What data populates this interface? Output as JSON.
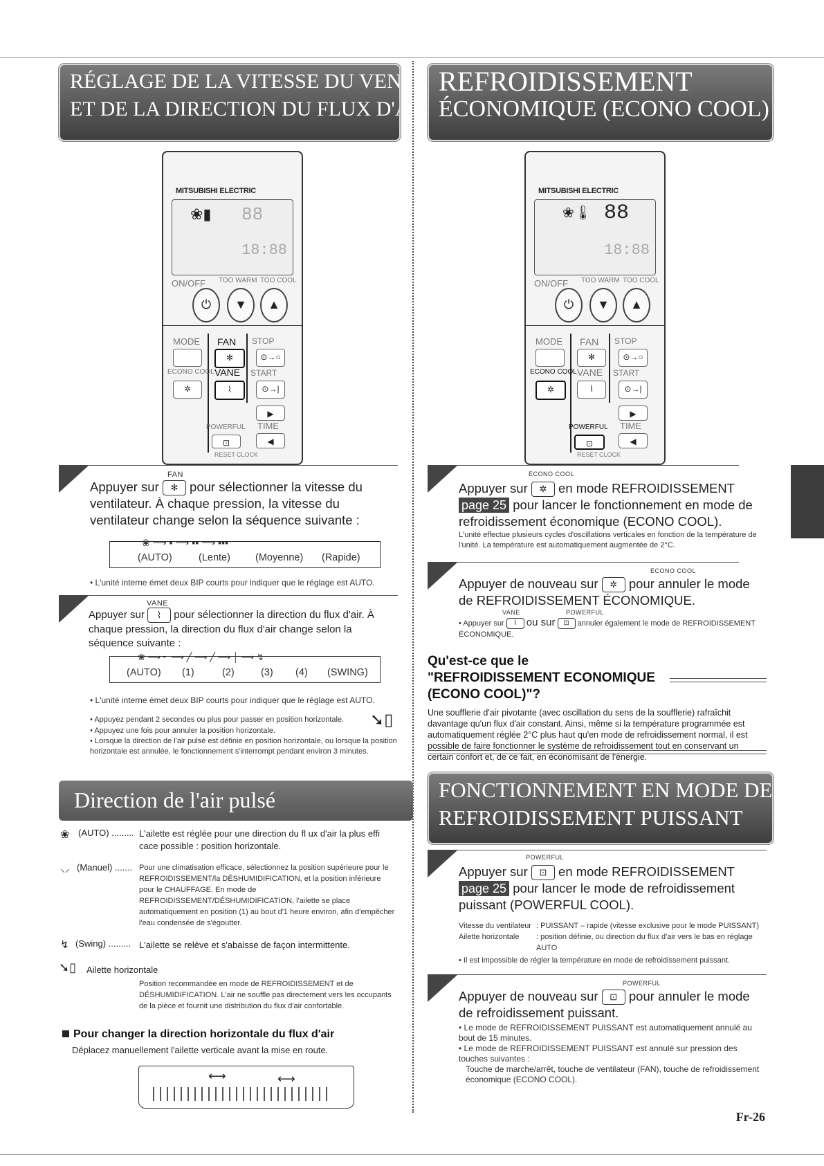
{
  "left": {
    "banner": {
      "line1": "Réglage de la vitesse du ventilateur",
      "line2": "et de la direction du flux d'air"
    },
    "remote": {
      "brand": "MITSUBISHI ELECTRIC",
      "onoff": "ON/OFF",
      "too_warm": "TOO WARM",
      "too_cool": "TOO COOL",
      "mode": "MODE",
      "fan": "FAN",
      "stop": "STOP",
      "econo_cool": "ECONO COOL",
      "vane": "VANE",
      "start": "START",
      "powerful": "POWERFUL",
      "time": "TIME",
      "reset": "RESET",
      "clock": "CLOCK"
    },
    "step_fan": {
      "caption": "FAN",
      "text_before": "Appuyer sur",
      "text_after": "pour sélectionner la vitesse du ventilateur. À chaque pression, la vitesse du ventilateur change selon la séquence suivante :",
      "sequence": [
        "(AUTO)",
        "(Lente)",
        "(Moyenne)",
        "(Rapide)"
      ],
      "note": "L'unité interne émet deux BIP courts pour indiquer que le réglage est AUTO."
    },
    "step_vane": {
      "caption": "VANE",
      "text_before": "Appuyer sur",
      "text_after": "pour sélectionner la direction du flux d'air. À chaque pression, la direction du flux d'air change selon la séquence suivante :",
      "sequence": [
        "(AUTO)",
        "(1)",
        "(2)",
        "(3)",
        "(4)",
        "(SWING)"
      ],
      "note1": "L'unité interne émet deux BIP courts pour indiquer que le réglage est AUTO.",
      "note2": "Appuyez pendant 2 secondes ou plus pour passer en position horizontale.",
      "note3": "Appuyez une fois pour annuler la position horizontale.",
      "note4": "Lorsque la direction de l'air pulsé est définie en position horizontale, ou lorsque la position horizontale est annulée, le fonctionnement s'interrompt pendant environ 3 minutes."
    },
    "banner2": "Direction de l'air pulsé",
    "directions": {
      "auto_label": "(AUTO) .........",
      "auto_text": "L'ailette est réglée pour une direction du fl ux d'air la plus effi cace possible : position horizontale.",
      "manual_label": "(Manuel) .......",
      "manual_text": "Pour une climatisation efficace, sélectionnez la position supérieure pour le REFROIDISSEMENT/la DÉSHUMIDIFICATION, et la position inférieure pour le CHAUFFAGE. En mode de REFROIDISSEMENT/DÉSHUMIDIFICATION, l'ailette se place automatiquement en position (1) au bout d'1 heure environ, afin d'empêcher l'eau condensée de s'égoutter.",
      "swing_label": "(Swing) .........",
      "swing_text": "L'ailette se relève et s'abaisse de façon intermittente.",
      "horiz_label": "Ailette horizontale",
      "horiz_text": "Position recommandée en mode de REFROIDISSEMENT et de DÉSHUMIDIFICATION. L'air ne souffle pas directement vers les occupants de la pièce et fournit une distribution du flux d'air confortable."
    },
    "horizontal_heading": "Pour changer la direction horizontale du flux d'air",
    "horizontal_text": "Déplacez manuellement l'ailette verticale avant la mise en route."
  },
  "right": {
    "banner": {
      "line1": "Refroidissement",
      "line2": "économique (ECONO COOL)"
    },
    "step1": {
      "caption": "ECONO COOL",
      "line1a": "Appuyer sur",
      "line1b": "en mode REFROIDISSEMENT",
      "page_tag": "page 25",
      "line2": "pour lancer le fonctionnement en mode de refroidissement économique (ECONO COOL).",
      "note": "L'unité effectue plusieurs cycles d'oscillations verticales en fonction de la température de l'unité. La température est automatiquement augmentée de 2°C."
    },
    "step2": {
      "caption": "ECONO COOL",
      "line_a": "Appuyer de nouveau sur",
      "line_b": "pour annuler le mode de REFROIDISSEMENT ÉCONOMIQUE.",
      "cap_vane": "VANE",
      "cap_powerful": "POWERFUL",
      "note_a": "Appuyer sur",
      "note_ou": "ou sur",
      "note_b": "annuler également le mode de REFROIDISSEMENT ÉCONOMIQUE."
    },
    "question": {
      "heading": "Qu'est-ce que le \"REFROIDISSEMENT ECONOMIQUE (ECONO COOL)\"?",
      "text": "Une soufflerie d'air pivotante (avec oscillation du sens de la soufflerie) rafraîchit davantage qu'un flux d'air constant. Ainsi, même si la température programmée est automatiquement réglée 2°C plus haut qu'en mode de refroidissement normal, il est possible de faire fonctionner le système de refroidissement tout en conservant un certain confort et, de ce fait, en économisant de l'énergie."
    },
    "banner2": {
      "line1": "Fonctionnement en mode de",
      "line2": "refroidissement puissant"
    },
    "step3": {
      "caption": "POWERFUL",
      "line1a": "Appuyer sur",
      "line1b": "en mode REFROIDISSEMENT",
      "page_tag": "page 25",
      "line2": "pour lancer le mode de refroidissement puissant (POWERFUL COOL).",
      "row1_label": "Vitesse du ventilateur",
      "row1_text": ": PUISSANT – rapide (vitesse exclusive pour le mode PUISSANT)",
      "row2_label": "Ailette horizontale",
      "row2_text": ": position définie, ou direction du flux d'air vers le bas en réglage AUTO",
      "note": "Il est impossible de régler la température en mode de refroidissement puissant."
    },
    "step4": {
      "caption": "POWERFUL",
      "line_a": "Appuyer de nouveau sur",
      "line_b": "pour annuler le mode de refroidissement puissant.",
      "note1": "Le mode de REFROIDISSEMENT PUISSANT est automatiquement annulé au bout de 15 minutes.",
      "note2": "Le mode de REFROIDISSEMENT PUISSANT est annulé sur pression des touches suivantes :",
      "note3": "Touche de marche/arrêt, touche de ventilateur (FAN), touche de refroidissement économique (ECONO COOL)."
    }
  },
  "page_number": "Fr-26"
}
